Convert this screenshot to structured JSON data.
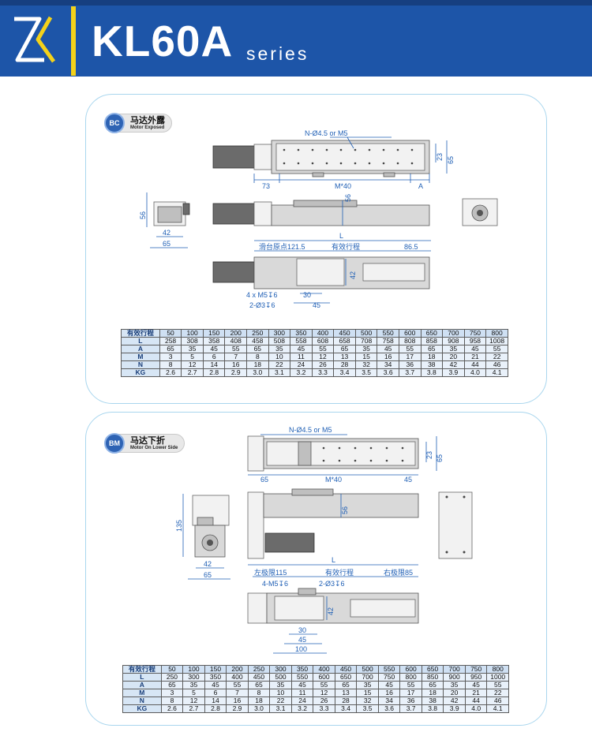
{
  "header": {
    "title": "KL60A",
    "subtitle": "series",
    "colors": {
      "background": "#1d55a8",
      "accent": "#f4d21a",
      "text": "#ffffff"
    },
    "logo_icon": "zk-logo-icon"
  },
  "sections": [
    {
      "badge": {
        "code": "BC",
        "cn": "马达外露",
        "en": "Motor Exposed"
      },
      "dims": {
        "holes": "N-Ø4.5 or M5",
        "d73": "73",
        "dM40": "M*40",
        "dA": "A",
        "d23": "23",
        "d65v": "65",
        "d56": "56",
        "d56side": "56",
        "d42": "42",
        "d65": "65",
        "dL": "L",
        "origin": "滑台原点121.5",
        "stroke": "有效行程",
        "d86": "86.5",
        "d42b": "42",
        "m5": "4 x M5↧6",
        "hole3": "2-Ø3↧6",
        "d30": "30",
        "d45": "45"
      },
      "table": {
        "rows": [
          {
            "label": "有效行程",
            "values": [
              "50",
              "100",
              "150",
              "200",
              "250",
              "300",
              "350",
              "400",
              "450",
              "500",
              "550",
              "600",
              "650",
              "700",
              "750",
              "800"
            ]
          },
          {
            "label": "L",
            "values": [
              "258",
              "308",
              "358",
              "408",
              "458",
              "508",
              "558",
              "608",
              "658",
              "708",
              "758",
              "808",
              "858",
              "908",
              "958",
              "1008"
            ]
          },
          {
            "label": "A",
            "values": [
              "65",
              "35",
              "45",
              "55",
              "65",
              "35",
              "45",
              "55",
              "65",
              "35",
              "45",
              "55",
              "65",
              "35",
              "45",
              "55"
            ]
          },
          {
            "label": "M",
            "values": [
              "3",
              "5",
              "6",
              "7",
              "8",
              "10",
              "11",
              "12",
              "13",
              "15",
              "16",
              "17",
              "18",
              "20",
              "21",
              "22"
            ]
          },
          {
            "label": "N",
            "values": [
              "8",
              "12",
              "14",
              "16",
              "18",
              "22",
              "24",
              "26",
              "28",
              "32",
              "34",
              "36",
              "38",
              "42",
              "44",
              "46"
            ]
          },
          {
            "label": "KG",
            "values": [
              "2.6",
              "2.7",
              "2.8",
              "2.9",
              "3.0",
              "3.1",
              "3.2",
              "3.3",
              "3.4",
              "3.5",
              "3.6",
              "3.7",
              "3.8",
              "3.9",
              "4.0",
              "4.1"
            ]
          }
        ]
      }
    },
    {
      "badge": {
        "code": "BM",
        "cn": "马达下折",
        "en": "Motor On Lower Side"
      },
      "dims": {
        "holes": "N-Ø4.5 or M5",
        "d65": "65",
        "dM40": "M*40",
        "d45": "45",
        "d23": "23",
        "d65v": "65",
        "d56": "56",
        "d135": "135",
        "d42": "42",
        "d65b": "65",
        "dL": "L",
        "left": "左极限115",
        "stroke": "有效行程",
        "right": "右极限85",
        "m5": "4-M5↧6",
        "hole3": "2-Ø3↧6",
        "d42b": "42",
        "d30": "30",
        "d45b": "45",
        "d100": "100"
      },
      "table": {
        "rows": [
          {
            "label": "有效行程",
            "values": [
              "50",
              "100",
              "150",
              "200",
              "250",
              "300",
              "350",
              "400",
              "450",
              "500",
              "550",
              "600",
              "650",
              "700",
              "750",
              "800"
            ]
          },
          {
            "label": "L",
            "values": [
              "250",
              "300",
              "350",
              "400",
              "450",
              "500",
              "550",
              "600",
              "650",
              "700",
              "750",
              "800",
              "850",
              "900",
              "950",
              "1000"
            ]
          },
          {
            "label": "A",
            "values": [
              "65",
              "35",
              "45",
              "55",
              "65",
              "35",
              "45",
              "55",
              "65",
              "35",
              "45",
              "55",
              "65",
              "35",
              "45",
              "55"
            ]
          },
          {
            "label": "M",
            "values": [
              "3",
              "5",
              "6",
              "7",
              "8",
              "10",
              "11",
              "12",
              "13",
              "15",
              "16",
              "17",
              "18",
              "20",
              "21",
              "22"
            ]
          },
          {
            "label": "N",
            "values": [
              "8",
              "12",
              "14",
              "16",
              "18",
              "22",
              "24",
              "26",
              "28",
              "32",
              "34",
              "36",
              "38",
              "42",
              "44",
              "46"
            ]
          },
          {
            "label": "KG",
            "values": [
              "2.6",
              "2.7",
              "2.8",
              "2.9",
              "3.0",
              "3.1",
              "3.2",
              "3.3",
              "3.4",
              "3.5",
              "3.6",
              "3.7",
              "3.8",
              "3.9",
              "4.0",
              "4.1"
            ]
          }
        ]
      }
    }
  ]
}
